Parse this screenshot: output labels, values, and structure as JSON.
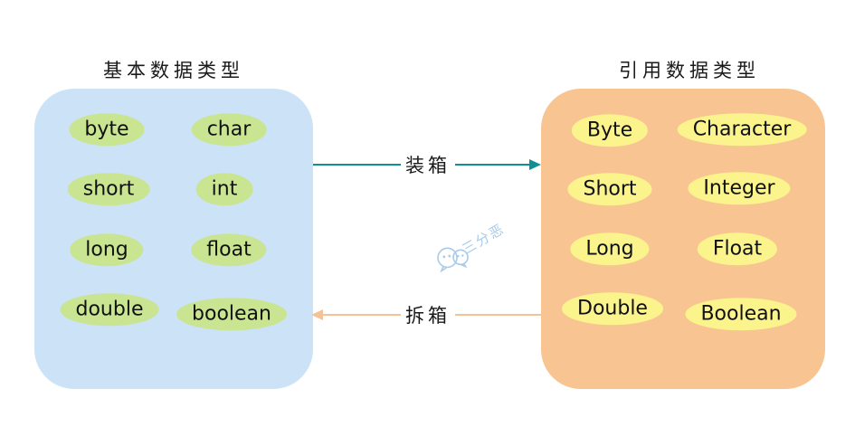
{
  "diagram": {
    "left_box": {
      "title": "基本数据类型",
      "types": [
        "byte",
        "char",
        "short",
        "int",
        "long",
        "float",
        "double",
        "boolean"
      ]
    },
    "right_box": {
      "title": "引用数据类型",
      "types": [
        "Byte",
        "Character",
        "Short",
        "Integer",
        "Long",
        "Float",
        "Double",
        "Boolean"
      ]
    },
    "arrows": {
      "boxing_label": "装箱",
      "unboxing_label": "拆箱"
    },
    "watermark": {
      "text": "三分恶",
      "icon": "chat-bubbles-icon"
    },
    "colors": {
      "left_box_bg": "#cbe2f7",
      "left_oval_bg": "#c9e591",
      "right_box_bg": "#f8c491",
      "right_oval_bg": "#fbf48d",
      "boxing_arrow": "#108f97",
      "unboxing_arrow": "#f4c296",
      "watermark": "#a9cbe9"
    }
  }
}
